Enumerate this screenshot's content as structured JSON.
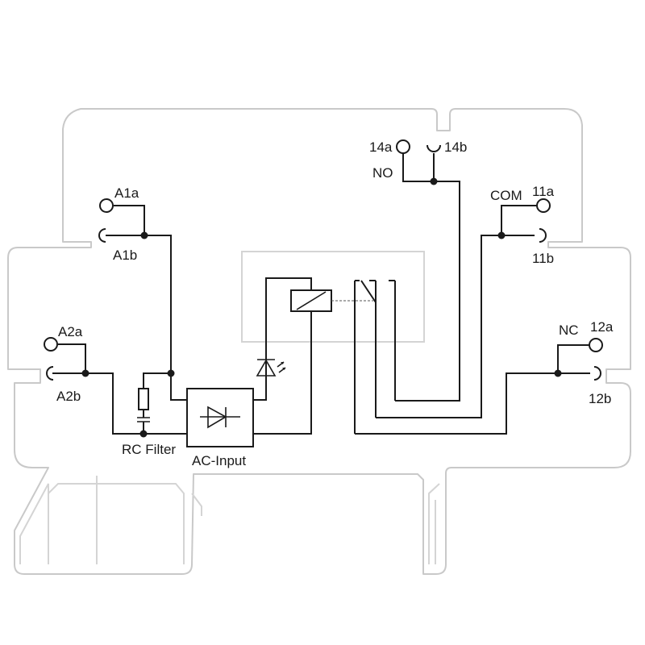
{
  "terminals": {
    "a1a": "A1a",
    "a1b": "A1b",
    "a2a": "A2a",
    "a2b": "A2b",
    "t14a": "14a",
    "t14b": "14b",
    "t11a": "11a",
    "t11b": "11b",
    "t12a": "12a",
    "t12b": "12b"
  },
  "contacts": {
    "no": "NO",
    "com": "COM",
    "nc": "NC"
  },
  "blocks": {
    "rc_filter": "RC Filter",
    "ac_input": "AC-Input"
  },
  "colors": {
    "housing_outline": "#c9c9c9",
    "wiring": "#1a1a1a"
  },
  "icons": [
    "relay-coil-icon",
    "led-icon",
    "diode-icon",
    "resistor-icon",
    "capacitor-icon",
    "switch-contact-icon"
  ]
}
